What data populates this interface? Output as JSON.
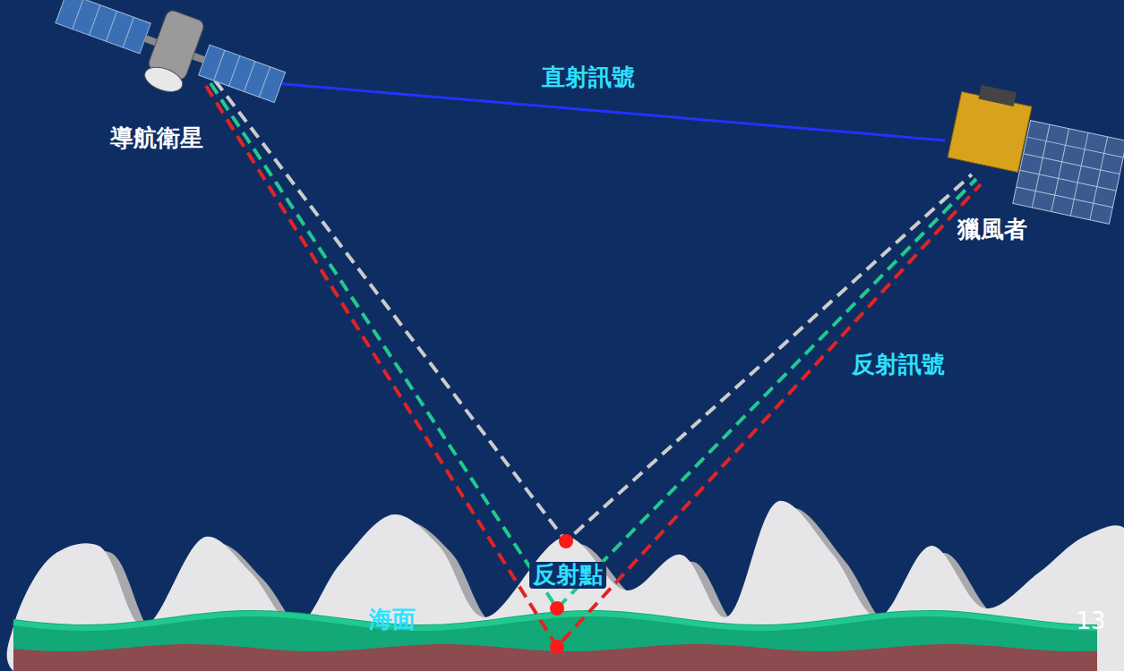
{
  "diagram": {
    "labels": [
      "直射訊號",
      "導航衛星",
      "獵風者",
      "反射訊號",
      "反射點",
      "海面",
      "13"
    ]
  }
}
